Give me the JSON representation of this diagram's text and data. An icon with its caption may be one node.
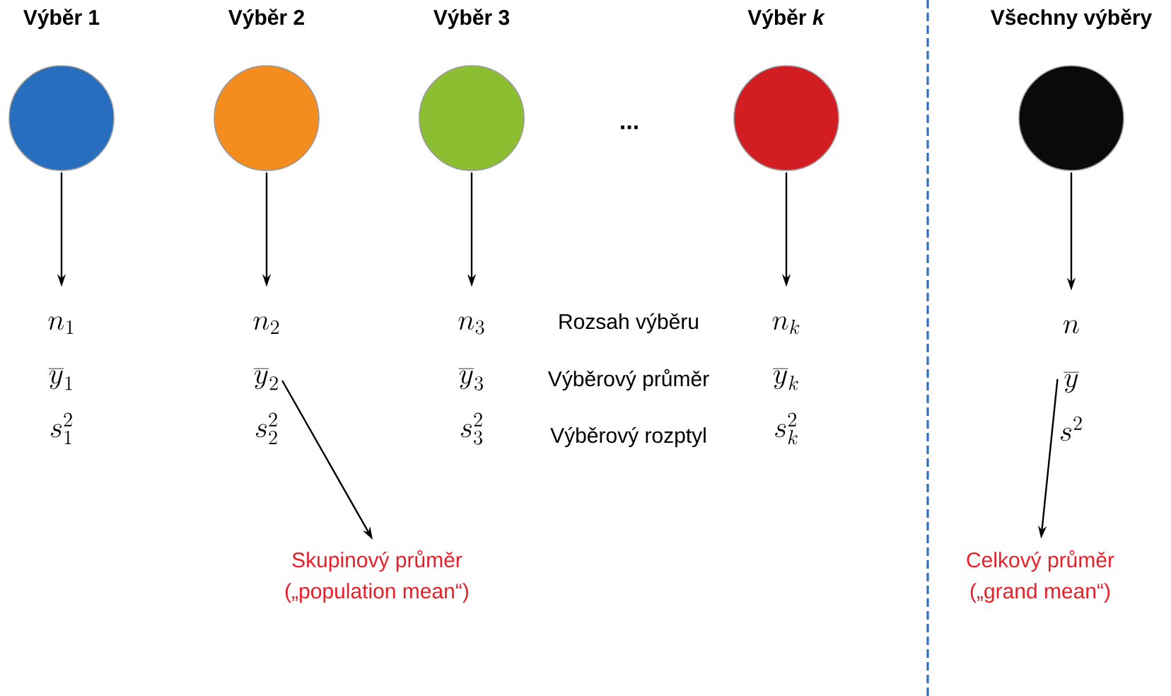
{
  "diagram": {
    "nodes": [
      {
        "text": [
          "Výběr 1"
        ]
      },
      {
        "text": [
          "n_{1}",
          "\\overline{y}_{1}",
          "s_{1}^{2}"
        ]
      },
      {
        "text": [
          "Výběr 2"
        ]
      },
      {
        "text": [
          "n_{2}",
          "\\overline{y}_{2}",
          "s_{2}^{2}"
        ]
      },
      {
        "text": [
          "Výběr 3"
        ]
      },
      {
        "text": [
          "n_{3}",
          "\\overline{y}_{3}",
          "s_{3}^{2}"
        ]
      },
      {
        "text": [
          "Výběr *k*"
        ]
      },
      {
        "text": [
          "n_{k}",
          "\\overline{y}_{k}",
          "s_{k}^{2}"
        ]
      },
      {
        "text": [
          "Všechny výběry"
        ]
      },
      {
        "text": [
          "n",
          "\\overline{y}",
          "s^{2}"
        ]
      },
      {
        "text": [
          "Skupinový průměr",
          "(„population mean“)"
        ]
      },
      {
        "text": [
          "Celkový průměr",
          "(„grand mean“)"
        ]
      }
    ],
    "edges": [
      {
        "from": 0,
        "to": 1,
        "arrow": "to"
      },
      {
        "from": 2,
        "to": 3,
        "arrow": "to"
      },
      {
        "from": 4,
        "to": 5,
        "arrow": "to"
      },
      {
        "from": 6,
        "to": 7,
        "arrow": "to"
      },
      {
        "from": 8,
        "to": 9,
        "arrow": "to"
      },
      {
        "from": 3,
        "to": 10,
        "arrow": "to"
      },
      {
        "from": 9,
        "to": 11,
        "arrow": "to"
      }
    ],
    "labels": [
      "...",
      "Rozsah výběru",
      "Výběrový průměr",
      "Výběrový rozptyl"
    ]
  }
}
